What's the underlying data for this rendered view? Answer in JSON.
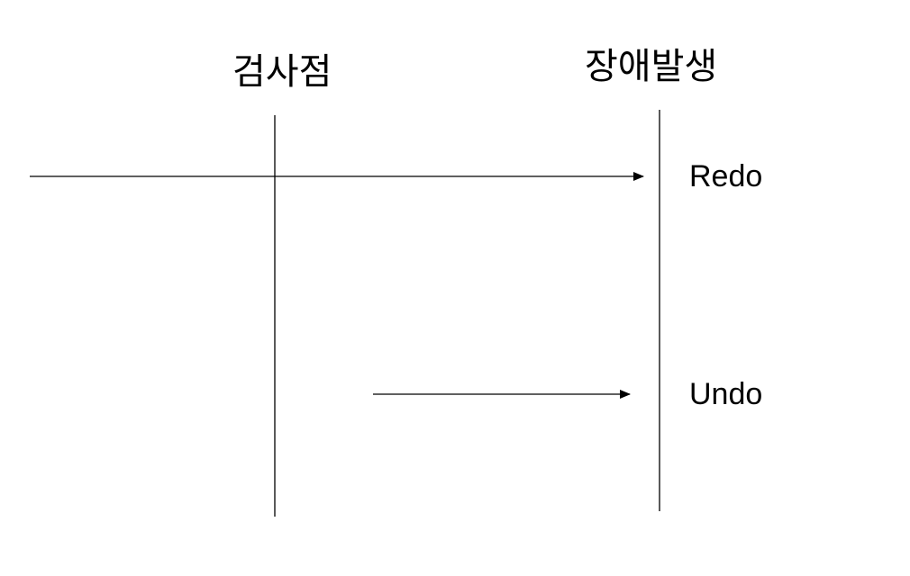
{
  "diagram": {
    "checkpoint_label": "검사점",
    "failure_label": "장애발생",
    "redo_label": "Redo",
    "undo_label": "Undo"
  },
  "colors": {
    "line": "#000000",
    "text": "#000000",
    "background": "#ffffff"
  }
}
